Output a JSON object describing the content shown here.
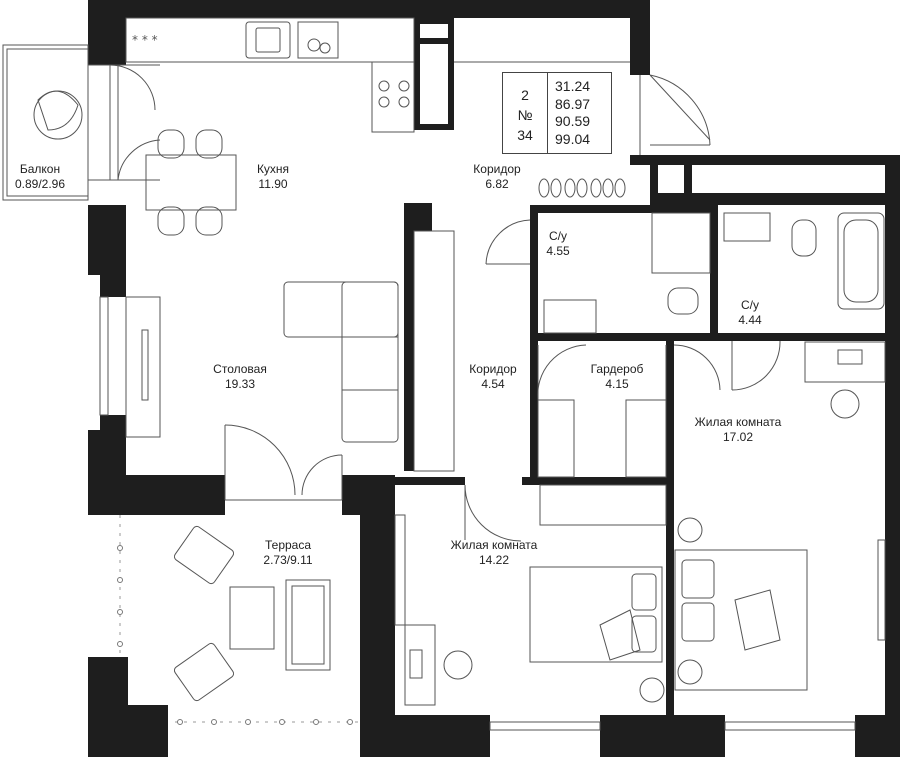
{
  "info": {
    "rooms_count": "2",
    "number_sign": "№",
    "apartment_number": "34",
    "areas": [
      "31.24",
      "86.97",
      "90.59",
      "99.04"
    ]
  },
  "rooms": {
    "balcony": {
      "name": "Балкон",
      "area": "0.89/2.96"
    },
    "kitchen": {
      "name": "Кухня",
      "area": "11.90"
    },
    "corridor_top": {
      "name": "Коридор",
      "area": "6.82"
    },
    "bathroom_1": {
      "name": "С/у",
      "area": "4.55"
    },
    "bathroom_2": {
      "name": "С/у",
      "area": "4.44"
    },
    "dining": {
      "name": "Столовая",
      "area": "19.33"
    },
    "corridor_mid": {
      "name": "Коридор",
      "area": "4.54"
    },
    "wardrobe": {
      "name": "Гардероб",
      "area": "4.15"
    },
    "bedroom_right": {
      "name": "Жилая комната",
      "area": "17.02"
    },
    "terrace": {
      "name": "Терраса",
      "area": "2.73/9.11"
    },
    "bedroom_left": {
      "name": "Жилая комната",
      "area": "14.22"
    }
  },
  "colors": {
    "wall": "#1e1e1e",
    "line": "#555555",
    "furniture": "#8a8a8a"
  }
}
